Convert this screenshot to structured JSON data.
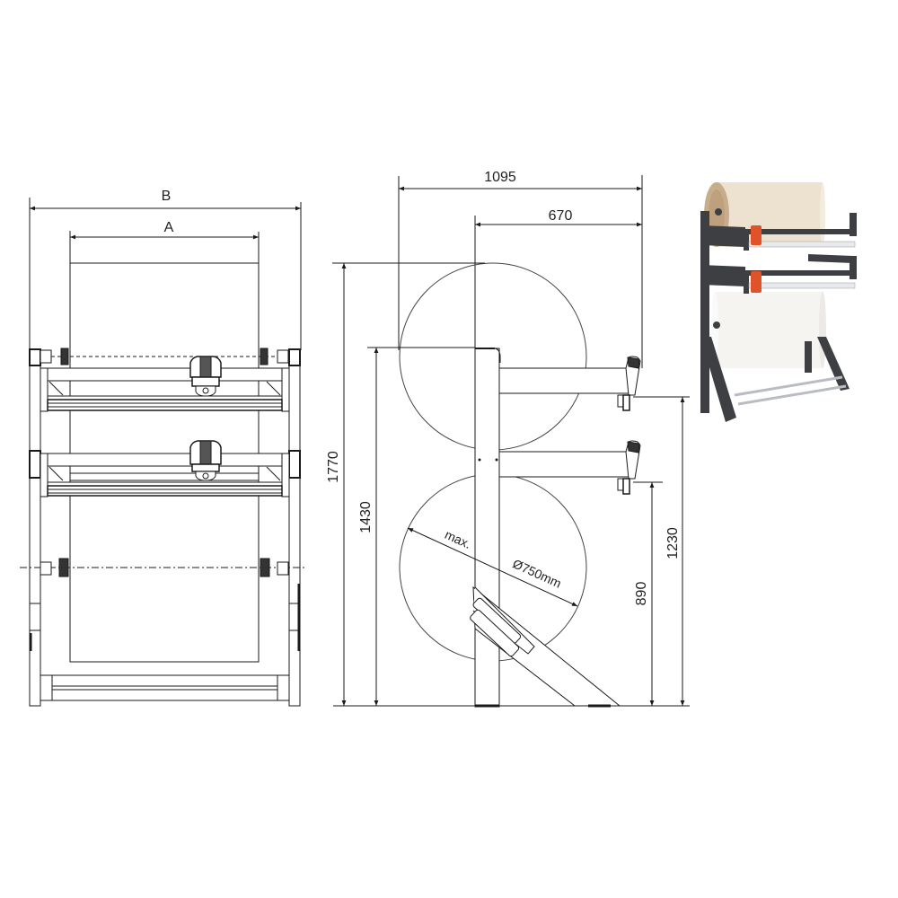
{
  "diagram": {
    "front_view": {
      "dim_B": "B",
      "dim_A": "A"
    },
    "side_view": {
      "dim_total_depth": "1095",
      "dim_arm_depth": "670",
      "dim_total_height": "1770",
      "dim_post_height": "1430",
      "dim_upper_cutter_height": "1230",
      "dim_lower_cutter_height": "890",
      "roll_label_max": "max.",
      "roll_label_diameter": "Ø750mm"
    },
    "photo": {
      "description": "roll-dispenser-stand-photo",
      "colors": {
        "frame": "#3d3f42",
        "cutter_accent": "#e0522a",
        "kraft_roll": "#e9dcc8",
        "white_roll": "#f3f1ee",
        "rod": "#c9ccd0"
      }
    },
    "colors": {
      "line": "#1a1a1a",
      "background": "#ffffff"
    }
  }
}
